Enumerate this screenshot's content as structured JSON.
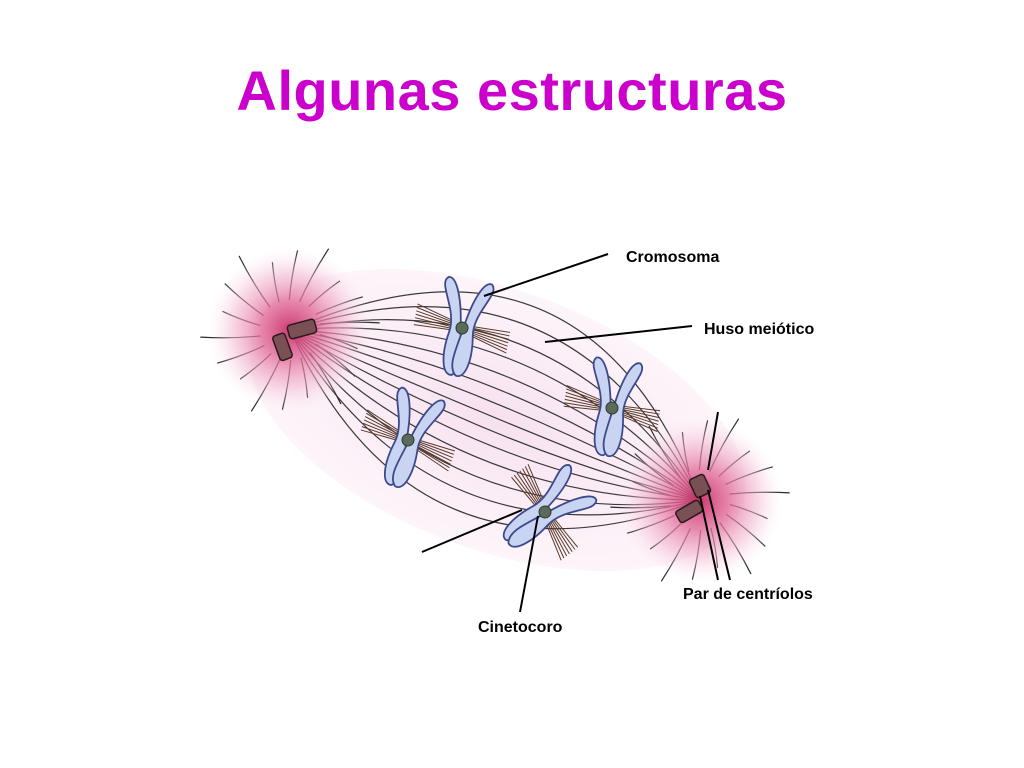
{
  "slide": {
    "title": "Algunas estructuras",
    "title_color": "#cc00cc"
  },
  "diagram": {
    "subject": "meiotic spindle with chromosomes and centriole pairs",
    "colors": {
      "aster": "#d9487f",
      "chromosome_fill": "#c9d3f2",
      "chromosome_stroke": "#3c4a8a",
      "fiber": "#3a3a3a",
      "centromere": "#5b6b5b"
    },
    "labels": {
      "chromosome": "Cromosoma",
      "spindle": "Huso meiótico",
      "centrioles": "Par de centríolos",
      "kinetochore": "Cinetocoro"
    }
  }
}
